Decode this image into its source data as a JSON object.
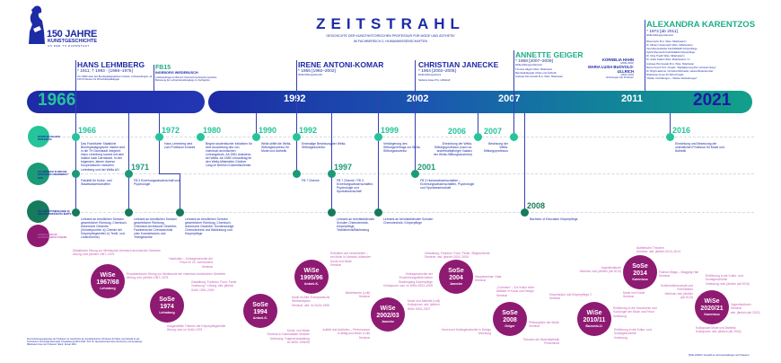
{
  "logo": {
    "line1": "150 JAHRE",
    "line2": "KUNSTGESCHICHTE",
    "line3": "AN DER TU DARMSTADT"
  },
  "title": "ZEITSTRAHL",
  "subtitle": [
    "GESCHICHTE DER KUNSTHISTORISCHEN PROFESSUR FÜR MODE UND ÄSTHETIK",
    "IM FACHBEREICH 2, HUMANWISSENSCHAFTEN"
  ],
  "people": [
    {
      "name": "HANS LEHMBERG",
      "dates": "* 1911; † 1993 - [1966–1975]",
      "note": "Von 1966 Leiter des Berufspädagogischen Instituts; Lehrbeauftragter, ab 1972 Professor für Wirtschaftspädagogik."
    },
    {
      "name": "FB15",
      "sub": "INGEBORG WIEDEBUSCH",
      "note": "Lehrbeauftragte im Bereich Chemisch-technische Gewerbe; Betreuung der Lehramtsstudiengänge im Fachgebiet."
    },
    {
      "name": "IRENE ANTONI-KOMAR",
      "dates": "* 1955 [1992–2002]",
      "note": "Wella-Stiftungsdozentin"
    },
    {
      "name": "CHRISTIAN JANECKE",
      "dates": "* 1964 [2002–2005]",
      "note": "Wella-Stiftungsdozent",
      "staff": [
        "Stefanie Hase Priv. Hilfskraft"
      ]
    },
    {
      "name": "ANNETTE GEIGER",
      "dates": "* 1968 [2007–2009]",
      "note": "Wella-Stiftungsprofessorin",
      "staff": [
        "Thomas Hilgers Wiss. Mitarbeiter",
        "Berufspädagogik, Mode und Ästhetik",
        "Andreas Pinczewski M.A. Wiss. Mitarbeiter"
      ]
    },
    {
      "name": "KORNELIA HAHN",
      "dates": "(2009–2010)"
    },
    {
      "name": "MARIA LUISA BUOVOLO-ULLRICH",
      "dates": "(2010–2011)",
      "note": "Vertretungen der Professur"
    },
    {
      "name": "ALEXANDRA KARENTZOS",
      "dates": "* 1972 [ab 2011]",
      "note": "Wella-Stiftungsprofessorin",
      "staff": [
        "Rhea Dehn M.A. Wiss. Mitarbeiterin",
        "Dr. Miriam Oesterreich Wiss. Mitarbeiterin",
        "Veronika Ausfelder Fachdidaktik Körperpflege",
        "Sylvia Weyrauch Fachdidaktik Körperpflege",
        "Dr. Nina Trauth Wiss. Mitarbeiterin",
        "Dr. Anike Kellers Wiss. Mitarbeiterin i.V.",
        "Andreas Pinczewski M.A. Wiss. Mitarbeiter",
        "Marco Kusch M.A. Projekt: \"Digitalisierung Die Lehrsammlung\"",
        "Dr. Birgit Haehnel, Christina Michaelis, Hanna Büdenbender",
        "Mitarbeiter:innen für DFG-Projekt:",
        "\"Weiße Umhüllungen – Weiße Verkleidungen\""
      ]
    }
  ],
  "bar_years": [
    "1966",
    "1992",
    "2002",
    "2007",
    "2011",
    "2021"
  ],
  "legend": [
    "ENTWICKLUNG DER PROFESSUR",
    "FACHBEREICH IN DEM DIE PROFESSUR ANGESIEDELT WAR",
    "ZIEL DER STUDIENGÄNGE IN DEM DIE PROFESSUR LEHRTE",
    "EXEMPLARISCHE LEHRVERANSTALTUNGEN"
  ],
  "events": [
    {
      "year": "1966",
      "text": "Das Frankfurter Staatliche Berufspädagogische Institut wird in die TH Darmstadt integriert. Hans Lehmberg kommt mit dem Institut nach Darmstadt. In den folgenden Jahren diverse Kooperationen zwischen Lehmberg und der Wella AG."
    },
    {
      "year": "1972",
      "text": "Hans Lehmberg wird zum Professor ernannt"
    },
    {
      "year": "1980",
      "text": "Beginn studentischer Initiativen für eine Ausweitung des von chemisch-technischen Lehrangebots. Ab 1981 Assistenz bei Wella. Ab 1985 Lehrauftrag für den Wella-Mitarbeiter Günther Lang im Bereich Kosmetikchemie."
    },
    {
      "year": "1990",
      "text": "Wella stiftet die Wella-Stiftungsdozentur für Mode und Ästhetik"
    },
    {
      "year": "1992",
      "text": "Erstmalige Besetzung der Wella-Stiftungsdozentur"
    },
    {
      "year": "1999",
      "text": "Verlängerung des Stiftungsvertrags zur Wella-Stiftungsdozentur"
    },
    {
      "year": "2006",
      "text": "Einrichtung der Wella-Stiftungsprofessur (nach ca. anderthalbjähriger Vakanz der Wella-Stiftungsdozentur)"
    },
    {
      "year": "2007",
      "text": "Besetzung der Wella-Stiftungsprofessur"
    },
    {
      "year": "2016",
      "text": "Einrichtung und Besetzung der ordentlichen Professur für Mode und Ästhetik"
    },
    {
      "year": "",
      "text": "Fakultät für Kultur- und Staatswissenschaften"
    },
    {
      "year": "1971",
      "text": "FB 3 Erziehungswissenschaft und Psychologie"
    },
    {
      "year": "",
      "text": "FB 7 Chemie"
    },
    {
      "year": "1997",
      "text": "FB 7 Chemie / FB 3 Erziehungswissenschaften, Psychologie und Sportwissenschaft"
    },
    {
      "year": "2001",
      "text": "FB 3 Humanwissenschaften – Erziehungswissenschaften, Psychologie und Sportwissenschaft"
    },
    {
      "year": "",
      "text": "Lehramt an beruflichen Schulen gewerblicher Richtung, Chemisch-technische Gewerbe (Schwerpunkte: a) Chemie der Körperpflegemittel, b) Textil- und Lederchemie)."
    },
    {
      "year": "",
      "text": "Lehramt an beruflichen Schulen gewerblicher Richtung, Chemisch-technische Gewerbe; Fachbereiche Chemotechnik oder Kosmetisches und Textilgewerbe"
    },
    {
      "year": "",
      "text": "Lehramt an beruflichen Schulen gewerblicher Richtung, Chemisch-technische Gewerbe, Sonderzweige: Chemotechnik und Bekleidung und Körperpflege"
    },
    {
      "year": "",
      "text": "Lehramt an berufsbildenden Schulen Chemotechnik, Körperpflege, Textiltechnik/Bekleidung"
    },
    {
      "year": "",
      "text": "Lehramt an berufsbildenden Schulen Chemotechnik, Körperpflege"
    },
    {
      "year": "2008",
      "text": "Bachelor of Education Körperpflege"
    }
  ],
  "semesters": [
    {
      "term": "WiSe",
      "year": "1967/68",
      "person": "Lehmberg"
    },
    {
      "term": "SoSe",
      "year": "1974",
      "person": "Lehmberg"
    },
    {
      "term": "SoSe",
      "year": "1994",
      "person": "Antoni-K."
    },
    {
      "term": "WiSe",
      "year": "1995/96",
      "person": "Antoni-K."
    },
    {
      "term": "WiSe",
      "year": "2002/03",
      "person": "Janecke"
    },
    {
      "term": "SoSe",
      "year": "2004",
      "person": "Janecke"
    },
    {
      "term": "SoSe",
      "year": "2008",
      "person": "Geiger"
    },
    {
      "term": "WiSe",
      "year": "2010/11",
      "person": "Buovolo-U."
    },
    {
      "term": "SoSe",
      "year": "2014",
      "person": "Karentzos"
    },
    {
      "term": "WiSe",
      "year": "2020/21",
      "person": "Karentzos"
    }
  ],
  "courses": [
    "Didaktische Übung zur Werkkunde chemisch-technischer Gewerbe\nÜbung; wtd. jährlich 1967–1975",
    "Propädeutische Übung zur Werkkunde der chemisch-technischen Gewerbe\nÜbung; wtd. jährlich 1967–1975",
    "Ausgewählte Themen der Körperpflegemittel\nÜbung; wtd. im SoSe 1975",
    "Gestaltung, Funktion, Form, Farbe\nVorlesung + Übung; wtd. jährlich\nSoSe 1992–2000",
    "Kunst- und Mode\nSeminar in Darmstädter Museen\nVorlesung; Folgeveranstaltung\nim WiSe 1994/95",
    "Haarkultur – Kulturgeschichte der\nFrisur im 20. Jahrhundert\nSeminar",
    "Enthüllen und Verschleiern –\nein Motiv in Literatur, bildender\nKunst und Mode\nSeminar",
    "Mode im Bild. Exemplarische\nWerkanalysen\nSeminar; wtd. im SoSe 1996",
    "Modetheorie (LuB)\nSeminar",
    "Mode und Ästhetik (LuB)\nKolloquium; wtd. jährlich\nWiSe 2002–2007",
    "Auftritt und Auftreten – Performance\nin Alltag und Mode (LuB)\nSeminar",
    "Gestaltung, Funktion, Form, Farbe, Stilgeschichte\nSeminar; wtd. jährlich 2002–2005",
    "Kulturgeschichte der\nErscheinungsbilder/Ideen\nStudiengang Körperpflege\nKolloquium; wtd. im WiSe 2003–2005",
    "Hauptseminar: Haar\nSeminar",
    "„Coolness“ – Zur Kultur einer\nAttitüde in Kunst und Design\nSeminar",
    "Kunst und Kulturgeschichte in Design\nVorlesung",
    "Philosophien der Mode\nSeminar",
    "Körperkultur und Körperpflege 2\nSeminar",
    "Einführung in die Geschichte und\nSoziologie der Mode und Frisur\nVorlesung",
    "Einführung in die Kultur- und\nSozialgeschichte\nVorlesung",
    "Theorien der Warenästhetik\nProseminar",
    "Ästhetische Theorien\nSeminar; wtd. jährlich 2013–2014",
    "Jugendkulturen\nSeminar; wtd. jährlich (ab 2013)",
    "Fashion Blogs – Blogging Hair\nSeminar",
    "Mode und Kunst\nSeminar",
    "Einführung in die Kultur- und\nKunstgeschichte\nVorlesung; wtd. jährlich (ab 2016)",
    "Schönheitskonzepte und\nFremdbilder\nSeminar; wtd. jährlich\n(ab 2013)",
    "Jugendkulturen\nSeminar\nwtd. jährlich (ab 2013)",
    "Kolloquium Mode und Ästhetik\nKolloquium; wtd. jährlich (ab 2016)"
  ],
  "footer_left": "Die Forschungsergebnisse der Professur zur Geschichte der kunsthistorischen Professur für Mode und Ästhetik an der Technischen Universität Darmstadt. Projektleitung 2019–2021: Prof. Dr. Alexandra Karentzos; Recherche und Gestaltung: Mitarbeiter:innen der Professur. Stand: Januar 2021.",
  "footer_right": "[WiSe 2020/21: Auswahl an Lehrveranstaltungen der Professur]"
}
